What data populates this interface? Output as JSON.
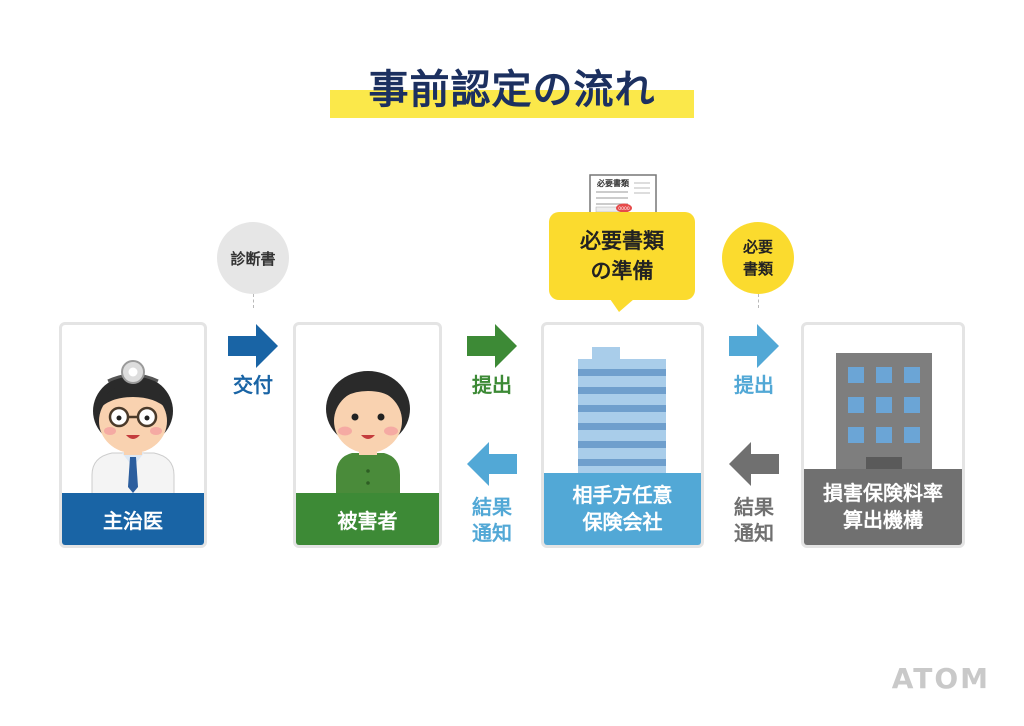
{
  "title": "事前認定の流れ",
  "cards": {
    "doctor": {
      "label": "主治医",
      "color": "#1964a5"
    },
    "victim": {
      "label": "被害者",
      "color": "#3d8a36"
    },
    "insurer": {
      "label": "相手方任意\n保険会社",
      "color": "#52a8d6"
    },
    "agency": {
      "label": "損害保険料率\n算出機構",
      "color": "#707070"
    }
  },
  "arrows": {
    "deliver": {
      "label": "交付",
      "color": "#1964a5"
    },
    "submit_to_insurer": {
      "label": "提出",
      "color": "#3d8a36"
    },
    "result_to_victim": {
      "label": "結果\n通知",
      "color": "#52a8d6"
    },
    "submit_to_agency": {
      "label": "提出",
      "color": "#52a8d6"
    },
    "result_to_insurer": {
      "label": "結果\n通知",
      "color": "#707070"
    }
  },
  "bubbles": {
    "diagnosis": "診断書",
    "prep": "必要書類\nの準備",
    "required_docs": "必要\n書類"
  },
  "document_icon": {
    "heading": "必要書類",
    "stamp": "0000"
  },
  "brand": "ATOM"
}
